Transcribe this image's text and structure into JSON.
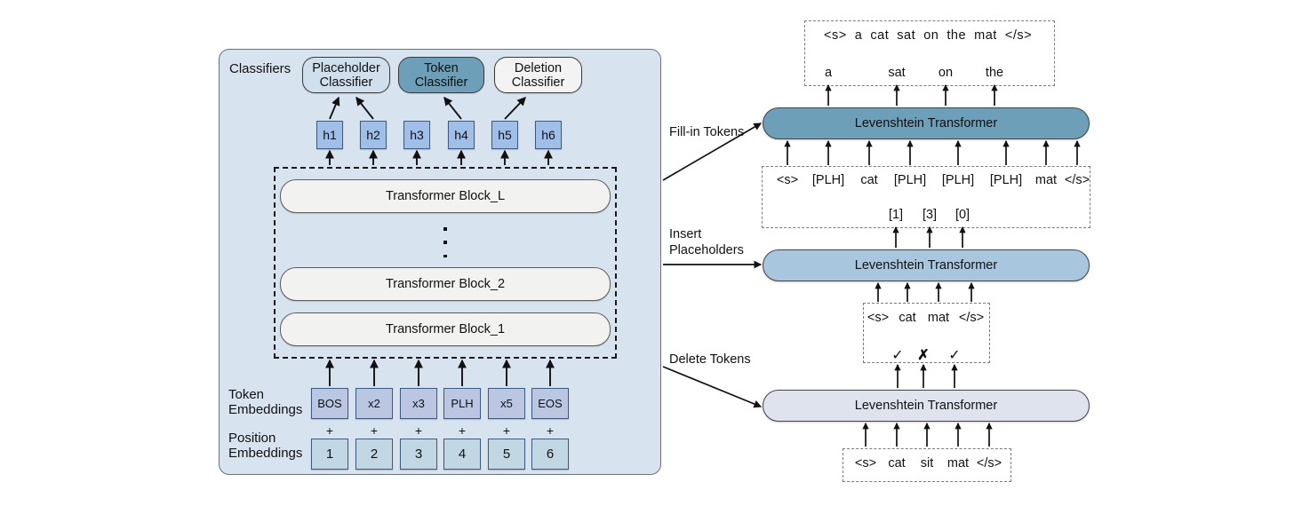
{
  "encoder": {
    "classifiers_label": "Classifiers",
    "classifiers": [
      {
        "name": "placeholder-classifier",
        "line1": "Placeholder",
        "line2": "Classifier",
        "color": "#cfdfec"
      },
      {
        "name": "token-classifier",
        "line1": "Token",
        "line2": "Classifier",
        "color": "#6d9fb8"
      },
      {
        "name": "deletion-classifier",
        "line1": "Deletion",
        "line2": "Classifier",
        "color": "#f3f3f3"
      }
    ],
    "hidden_states": [
      "h1",
      "h2",
      "h3",
      "h4",
      "h5",
      "h6"
    ],
    "blocks": [
      "Transformer Block_L",
      "Transformer Block_2",
      "Transformer Block_1"
    ],
    "token_embeddings_label": "Token\nEmbeddings",
    "token_embeddings_label_l1": "Token",
    "token_embeddings_label_l2": "Embeddings",
    "position_embeddings_label_l1": "Position",
    "position_embeddings_label_l2": "Embeddings",
    "token_embeddings": [
      "BOS",
      "x2",
      "x3",
      "PLH",
      "x5",
      "EOS"
    ],
    "plus_sign": "+",
    "position_embeddings": [
      "1",
      "2",
      "3",
      "4",
      "5",
      "6"
    ]
  },
  "decoder": {
    "transformer_label": "Levenshtein Transformer",
    "steps": [
      {
        "name": "fill-in-tokens",
        "label_l1": "Fill-in Tokens",
        "label_l2": "",
        "bar_color": "#6d9fb8"
      },
      {
        "name": "insert-placeholders",
        "label_l1": "Insert",
        "label_l2": "Placeholders",
        "bar_color": "#a8c6dd"
      },
      {
        "name": "delete-tokens",
        "label_l1": "Delete Tokens",
        "label_l2": "",
        "bar_color": "#dfe3ee"
      }
    ],
    "output_sequence": [
      "<s>",
      "a",
      "cat",
      "sat",
      "on",
      "the",
      "mat",
      "</s>"
    ],
    "predicted_tokens": [
      "a",
      "sat",
      "on",
      "the"
    ],
    "placeholder_sequence": [
      "<s>",
      "[PLH]",
      "cat",
      "[PLH]",
      "[PLH]",
      "[PLH]",
      "mat",
      "</s>"
    ],
    "placeholder_counts": [
      "[1]",
      "[3]",
      "[0]"
    ],
    "deleted_sequence": [
      "<s>",
      "cat",
      "mat",
      "</s>"
    ],
    "delete_decisions": [
      "✓",
      "✗",
      "✓"
    ],
    "initial_sequence": [
      "<s>",
      "cat",
      "sit",
      "mat",
      "</s>"
    ]
  },
  "colors": {
    "panel_bg": "#d7e3ef",
    "accent_dark": "#6d9fb8",
    "accent_mid": "#a8c6dd",
    "accent_light": "#dfe3ee",
    "hidden_box": "#9fbee8",
    "token_box": "#bac6e2",
    "pos_box": "#c2d7e4"
  }
}
